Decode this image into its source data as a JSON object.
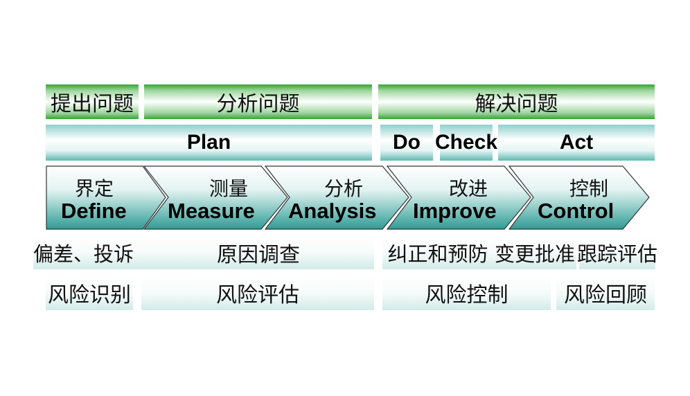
{
  "phases": {
    "propose": "提出问题",
    "analyze": "分析问题",
    "solve": "解决问题"
  },
  "pdca": {
    "plan": "Plan",
    "do": "Do",
    "check": "Check",
    "act": "Act"
  },
  "dmaic": [
    {
      "cn": "界定",
      "en": "Define"
    },
    {
      "cn": "测量",
      "en": "Measure"
    },
    {
      "cn": "分析",
      "en": "Analysis"
    },
    {
      "cn": "改进",
      "en": "Improve"
    },
    {
      "cn": "控制",
      "en": "Control"
    }
  ],
  "activities": {
    "deviation_complaint": "偏差、投诉",
    "root_cause": "原因调查",
    "capa": "纠正和预防",
    "change_approval": "变更批准",
    "tracking_eval": "跟踪评估"
  },
  "risk": {
    "identify": "风险识别",
    "assess": "风险评估",
    "control": "风险控制",
    "review": "风险回顾"
  },
  "colors": {
    "chevron_top": "#ffffff",
    "chevron_bottom": "#33a29b",
    "green_band": "#35a535",
    "cyan_band": "#62b9b3"
  }
}
